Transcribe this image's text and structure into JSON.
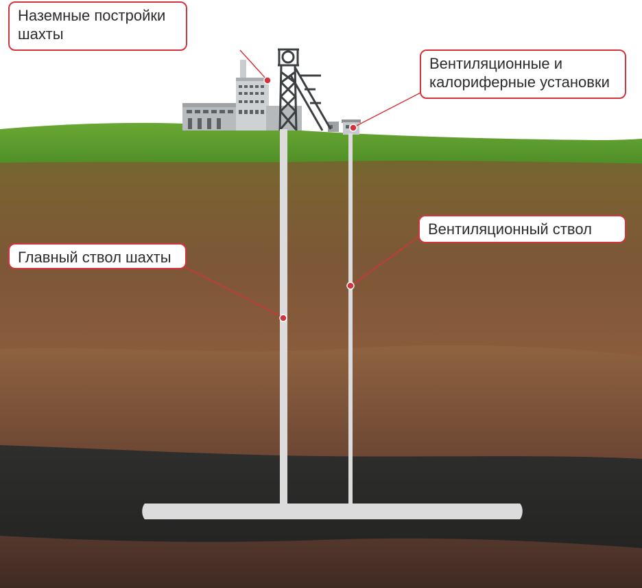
{
  "labels": {
    "surface_buildings": {
      "line1": "Наземные постройки",
      "line2": "шахты"
    },
    "ventilation_units": {
      "line1": "Вентиляционные и",
      "line2": "калориферные установки"
    },
    "ventilation_shaft": {
      "text": "Вентиляционный ствол"
    },
    "main_shaft": {
      "text": "Главный ствол шахты"
    }
  },
  "colors": {
    "callout": "#d3343b",
    "grass": "#5f9e2f",
    "soil_top": "#7c6233",
    "soil_mid": "#8b5e3c",
    "coal_seam": "#2b2b2a",
    "shaft": "#dcdcdc"
  }
}
